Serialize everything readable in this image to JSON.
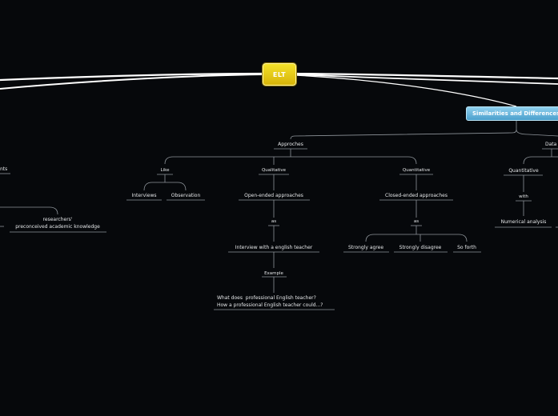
{
  "root": {
    "label": "ELT"
  },
  "main_topic": {
    "label": "Similarities and Differences"
  },
  "left_partial": {
    "cut_label": "nts",
    "researchers_label": "researchers'\npreconceived academic knowledge"
  },
  "approaches": {
    "label": "Approches",
    "like": {
      "connector": "Like",
      "items": [
        "Interviews",
        "Observation"
      ]
    },
    "qualitative": {
      "label": "Qualitative",
      "node": "Open-ended approaches",
      "as": "as",
      "example_of": "Interview with a english teacher",
      "example": "Example",
      "questions": "What does  professional English teacher?\nHow a professional English teacher could...?"
    },
    "quantitative": {
      "label": "Quantitative",
      "node": "Closed-ended approaches",
      "as": "as",
      "items": [
        "Strongly agree",
        "Strongly disagree",
        "So forth"
      ]
    }
  },
  "data_branch": {
    "label": "Data",
    "quantitative": "Quantitative",
    "with": "with",
    "analysis": "Numerical analysis"
  },
  "colors": {
    "background": "#06080b",
    "root_fill": "#e8cb16",
    "main_topic_fill": "#6bb8e0",
    "connector": "#9aa0a6",
    "text": "#e6e8ea"
  }
}
